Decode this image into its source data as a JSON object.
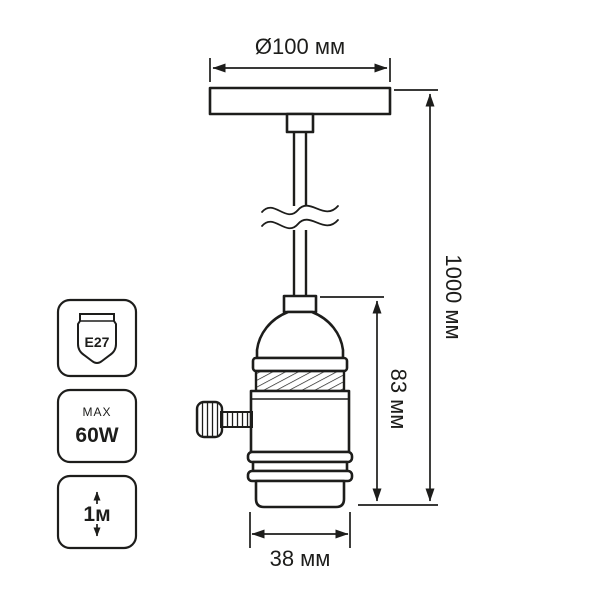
{
  "diagram": {
    "dimensions": {
      "plate_diameter": "Ø100 мм",
      "cable_length": "1000 мм",
      "socket_height": "83 мм",
      "socket_diameter": "38 мм"
    },
    "badges": {
      "lamp_base": {
        "label": "E27"
      },
      "max_power": {
        "label_top": "MAX",
        "label_main": "60W"
      },
      "cable_length": {
        "label": "1м"
      }
    },
    "colors": {
      "line": "#1d1d1b",
      "background": "#ffffff"
    }
  }
}
